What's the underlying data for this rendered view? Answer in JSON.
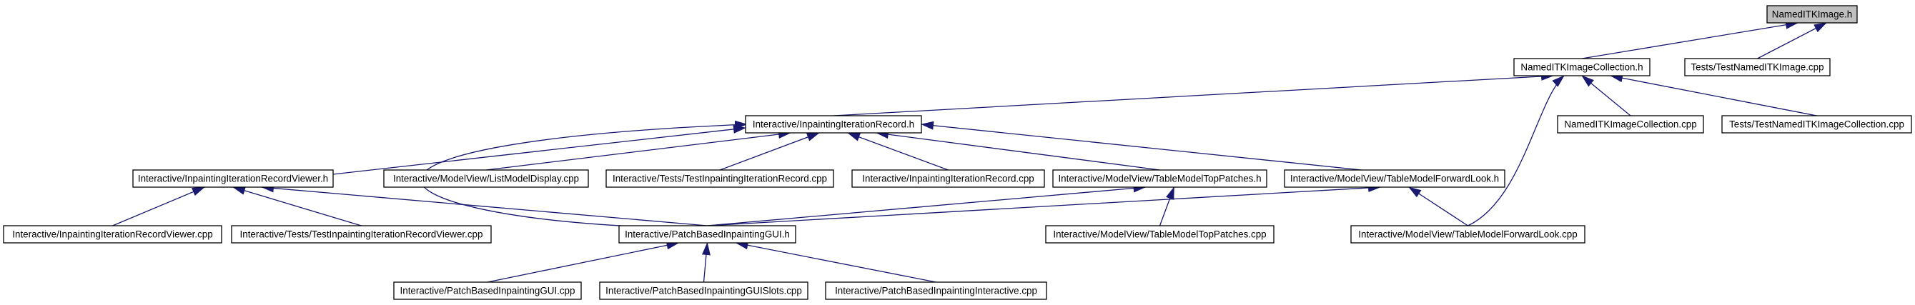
{
  "colors": {
    "node_fill": "#ffffff",
    "root_fill": "#bfbfbf",
    "border": "#000000",
    "edge": "#191970"
  },
  "nodes": [
    {
      "id": "root",
      "label": "NamedITKImage.h",
      "is_root": true
    },
    {
      "id": "collection_h",
      "label": "NamedITKImageCollection.h"
    },
    {
      "id": "test_named_image_cpp",
      "label": "Tests/TestNamedITKImage.cpp"
    },
    {
      "id": "record_h",
      "label": "Interactive/InpaintingIterationRecord.h"
    },
    {
      "id": "collection_cpp",
      "label": "NamedITKImageCollection.cpp"
    },
    {
      "id": "test_collection_cpp",
      "label": "Tests/TestNamedITKImageCollection.cpp"
    },
    {
      "id": "viewer_h",
      "label": "Interactive/InpaintingIterationRecordViewer.h"
    },
    {
      "id": "listmodel_cpp",
      "label": "Interactive/ModelView/ListModelDisplay.cpp"
    },
    {
      "id": "test_record_cpp",
      "label": "Interactive/Tests/TestInpaintingIterationRecord.cpp"
    },
    {
      "id": "record_cpp",
      "label": "Interactive/InpaintingIterationRecord.cpp"
    },
    {
      "id": "toppatches_h",
      "label": "Interactive/ModelView/TableModelTopPatches.h"
    },
    {
      "id": "forwardlook_h",
      "label": "Interactive/ModelView/TableModelForwardLook.h"
    },
    {
      "id": "viewer_cpp",
      "label": "Interactive/InpaintingIterationRecordViewer.cpp"
    },
    {
      "id": "test_viewer_cpp",
      "label": "Interactive/Tests/TestInpaintingIterationRecordViewer.cpp"
    },
    {
      "id": "gui_h",
      "label": "Interactive/PatchBasedInpaintingGUI.h"
    },
    {
      "id": "toppatches_cpp",
      "label": "Interactive/ModelView/TableModelTopPatches.cpp"
    },
    {
      "id": "forwardlook_cpp",
      "label": "Interactive/ModelView/TableModelForwardLook.cpp"
    },
    {
      "id": "gui_cpp",
      "label": "Interactive/PatchBasedInpaintingGUI.cpp"
    },
    {
      "id": "guislots_cpp",
      "label": "Interactive/PatchBasedInpaintingGUISlots.cpp"
    },
    {
      "id": "interactive_cpp",
      "label": "Interactive/PatchBasedInpaintingInteractive.cpp"
    }
  ],
  "edges": [
    {
      "from": "collection_h",
      "to": "root"
    },
    {
      "from": "test_named_image_cpp",
      "to": "root"
    },
    {
      "from": "record_h",
      "to": "collection_h"
    },
    {
      "from": "collection_cpp",
      "to": "collection_h"
    },
    {
      "from": "test_collection_cpp",
      "to": "collection_h"
    },
    {
      "from": "forwardlook_cpp",
      "to": "collection_h"
    },
    {
      "from": "viewer_h",
      "to": "record_h"
    },
    {
      "from": "listmodel_cpp",
      "to": "record_h"
    },
    {
      "from": "test_record_cpp",
      "to": "record_h"
    },
    {
      "from": "record_cpp",
      "to": "record_h"
    },
    {
      "from": "toppatches_h",
      "to": "record_h"
    },
    {
      "from": "forwardlook_h",
      "to": "record_h"
    },
    {
      "from": "gui_h",
      "to": "record_h"
    },
    {
      "from": "viewer_cpp",
      "to": "viewer_h"
    },
    {
      "from": "test_viewer_cpp",
      "to": "viewer_h"
    },
    {
      "from": "gui_h",
      "to": "viewer_h"
    },
    {
      "from": "gui_h",
      "to": "toppatches_h"
    },
    {
      "from": "toppatches_cpp",
      "to": "toppatches_h"
    },
    {
      "from": "gui_h",
      "to": "forwardlook_h"
    },
    {
      "from": "forwardlook_cpp",
      "to": "forwardlook_h"
    },
    {
      "from": "gui_cpp",
      "to": "gui_h"
    },
    {
      "from": "guislots_cpp",
      "to": "gui_h"
    },
    {
      "from": "interactive_cpp",
      "to": "gui_h"
    }
  ]
}
